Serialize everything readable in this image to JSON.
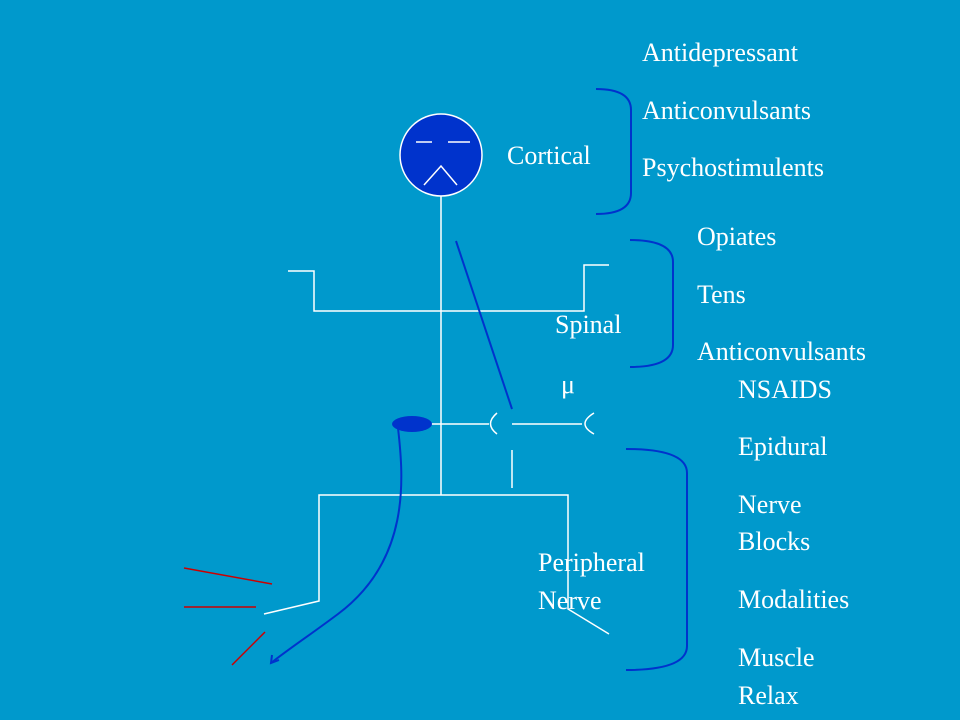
{
  "colors": {
    "background": "#0099cc",
    "line": "#ffffff",
    "head_fill": "#0033cc",
    "blue_path": "#0033cc",
    "red_line": "#cc0000",
    "text": "#ffffff"
  },
  "labels": {
    "cortical": "Cortical",
    "spinal": "Spinal",
    "mu": "μ",
    "peripheral_line1": "Peripheral",
    "peripheral_line2": "Nerve"
  },
  "lists": {
    "cortical": [
      "Antidepressant",
      "Anticonvulsants",
      "Psychostimulents"
    ],
    "spinal": [
      "Opiates",
      "Tens",
      "Anticonvulsants"
    ],
    "peripheral": [
      {
        "line1": "NSAIDS",
        "line2": ""
      },
      {
        "line1": "Epidural",
        "line2": ""
      },
      {
        "line1": "Nerve",
        "line2": "Blocks"
      },
      {
        "line1": "Modalities",
        "line2": ""
      },
      {
        "line1": "Muscle",
        "line2": "Relax"
      }
    ]
  }
}
